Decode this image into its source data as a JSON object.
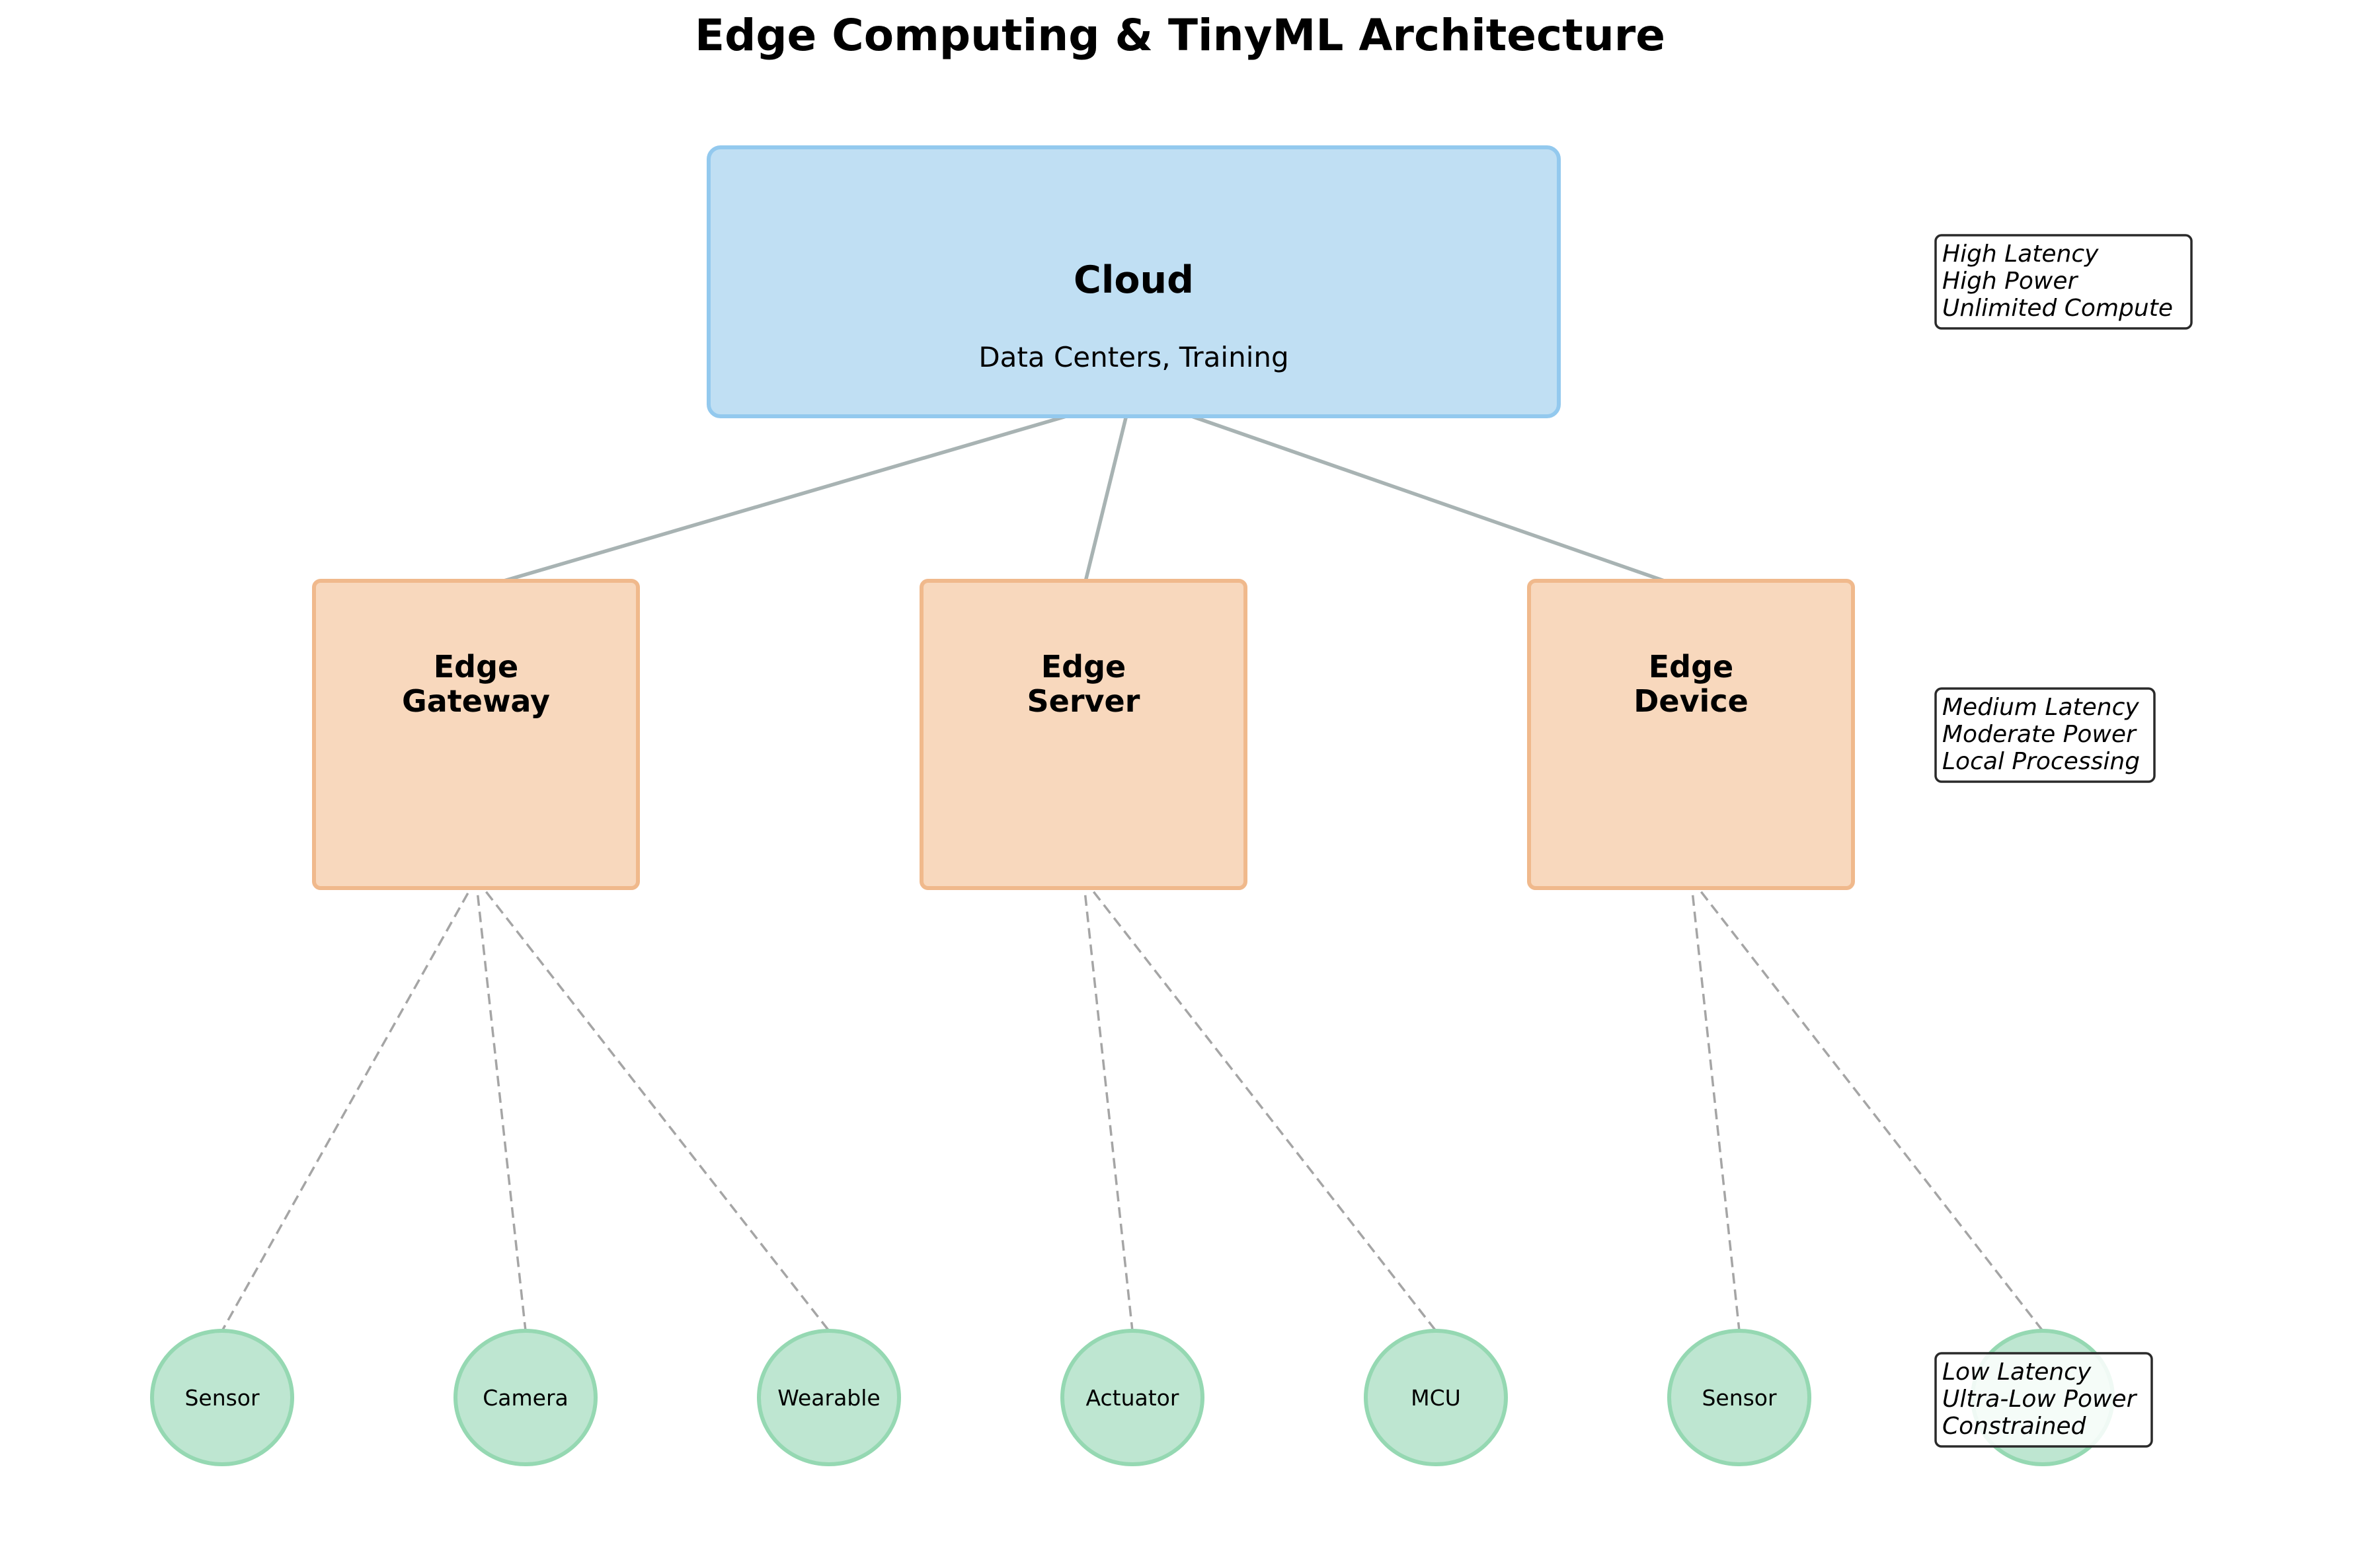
{
  "title": "Edge Computing & TinyML Architecture",
  "colors": {
    "cloud_fill": "#c0dff3",
    "cloud_border": "#93c9ee",
    "edge_fill": "#f8d8bd",
    "edge_border": "#f0b98c",
    "device_fill": "#bee6d1",
    "device_border": "#95d8b2",
    "link_solid": "#a8b3b3",
    "link_dashed": "#a5a5a5"
  },
  "cloud": {
    "title": "Cloud",
    "subtitle": "Data Centers, Training"
  },
  "edge_nodes": [
    {
      "line1": "Edge",
      "line2": "Gateway"
    },
    {
      "line1": "Edge",
      "line2": "Server"
    },
    {
      "line1": "Edge",
      "line2": "Device"
    }
  ],
  "devices": [
    {
      "label": "Sensor",
      "parent": 0
    },
    {
      "label": "Camera",
      "parent": 0
    },
    {
      "label": "Wearable",
      "parent": 0
    },
    {
      "label": "Actuator",
      "parent": 1
    },
    {
      "label": "MCU",
      "parent": 1
    },
    {
      "label": "Sensor",
      "parent": 2
    },
    {
      "label": "",
      "parent": 2
    }
  ],
  "tier_notes": [
    {
      "tier": "cloud",
      "lines": [
        "High Latency",
        "High Power",
        "Unlimited Compute"
      ]
    },
    {
      "tier": "edge",
      "lines": [
        "Medium Latency",
        "Moderate Power",
        "Local Processing"
      ]
    },
    {
      "tier": "device",
      "lines": [
        "Low Latency",
        "Ultra-Low Power",
        "Constrained"
      ]
    }
  ]
}
